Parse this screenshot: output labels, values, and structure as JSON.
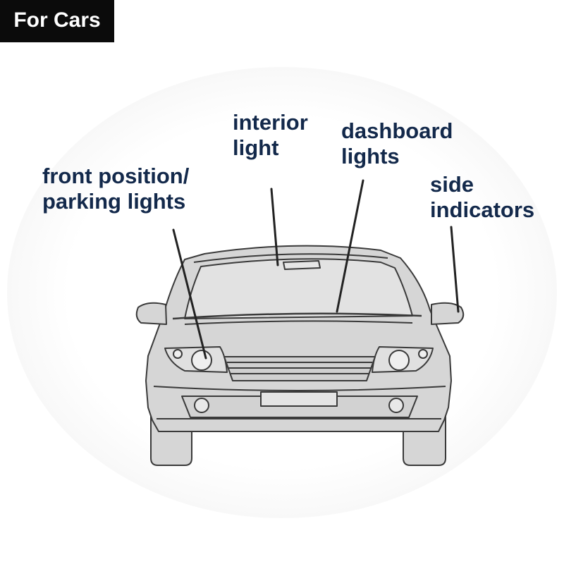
{
  "badge": {
    "text": "For Cars"
  },
  "labels": {
    "interior": {
      "line1": "interior",
      "line2": "light"
    },
    "dashboard": {
      "line1": "dashboard",
      "line2": "lights"
    },
    "front": {
      "line1": "front position/",
      "line2": "parking lights"
    },
    "side": {
      "line1": "side",
      "line2": "indicators"
    }
  },
  "colors": {
    "label_text": "#13294b",
    "car_fill": "#d6d6d6",
    "car_outline": "#3a3a3a",
    "badge_bg": "#0b0b0b",
    "badge_text": "#ffffff"
  }
}
